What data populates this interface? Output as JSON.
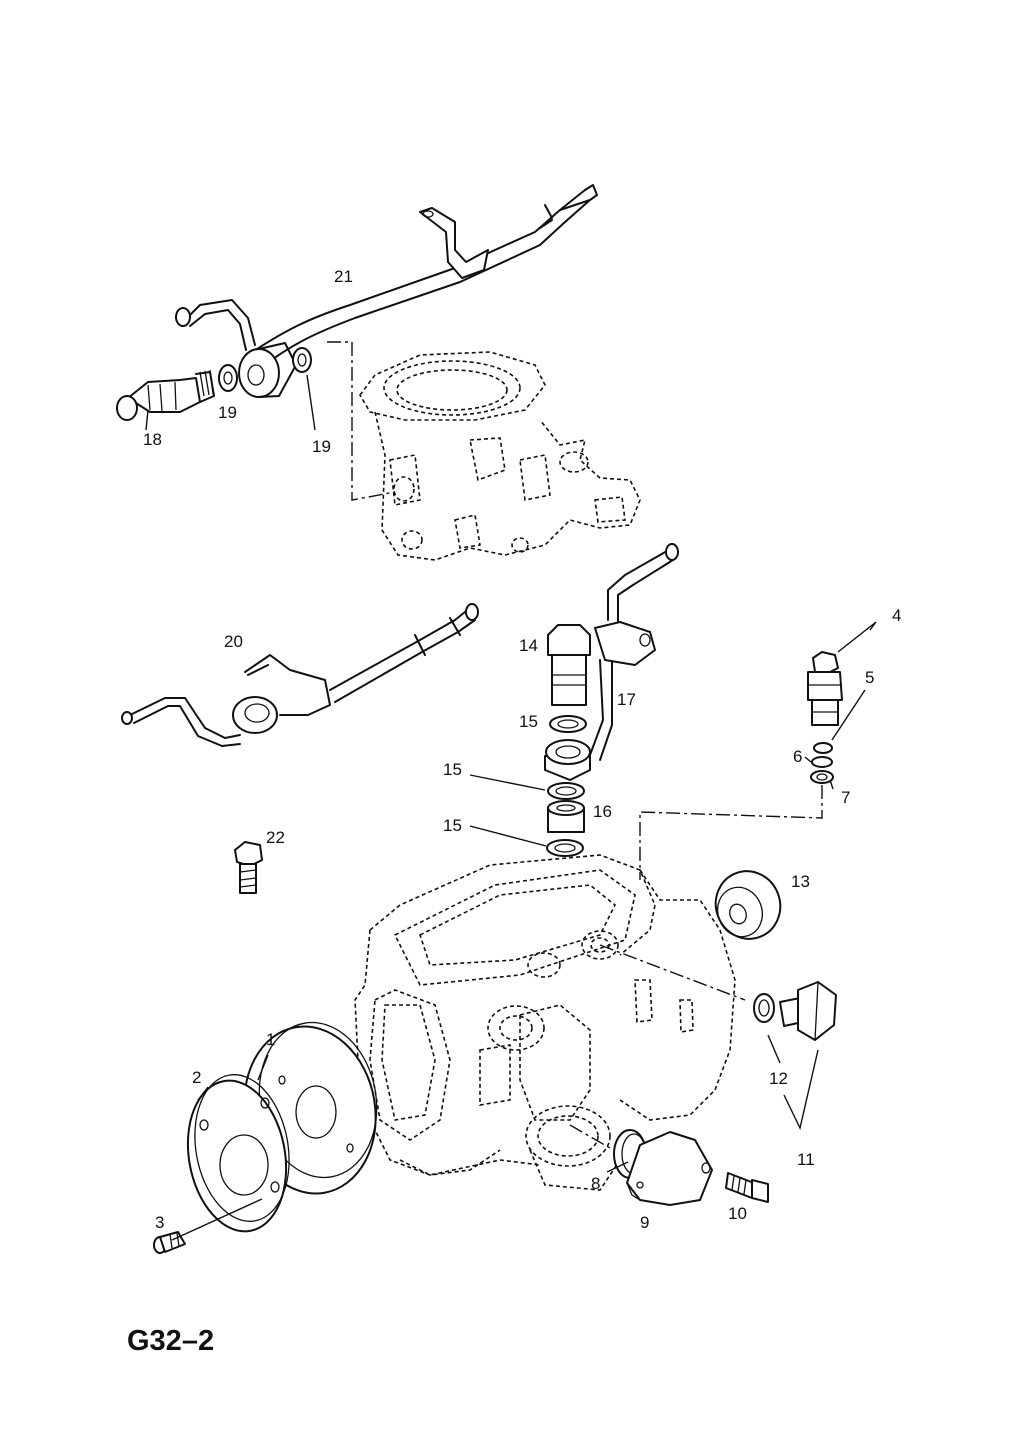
{
  "figure_code": "G32–2",
  "callouts": [
    "1",
    "2",
    "3",
    "4",
    "5",
    "6",
    "7",
    "8",
    "9",
    "10",
    "11",
    "12",
    "13",
    "14",
    "15",
    "16",
    "17",
    "18",
    "19",
    "20",
    "21",
    "22"
  ],
  "labels": {
    "c1": "1",
    "c2": "2",
    "c3": "3",
    "c4": "4",
    "c5": "5",
    "c6": "6",
    "c7": "7",
    "c8": "8",
    "c9": "9",
    "c10": "10",
    "c11": "11",
    "c12": "12",
    "c13": "13",
    "c14": "14",
    "c15a": "15",
    "c15b": "15",
    "c15c": "15",
    "c16": "16",
    "c17": "17",
    "c18": "18",
    "c19a": "19",
    "c19b": "19",
    "c20": "20",
    "c21": "21",
    "c22": "22"
  }
}
